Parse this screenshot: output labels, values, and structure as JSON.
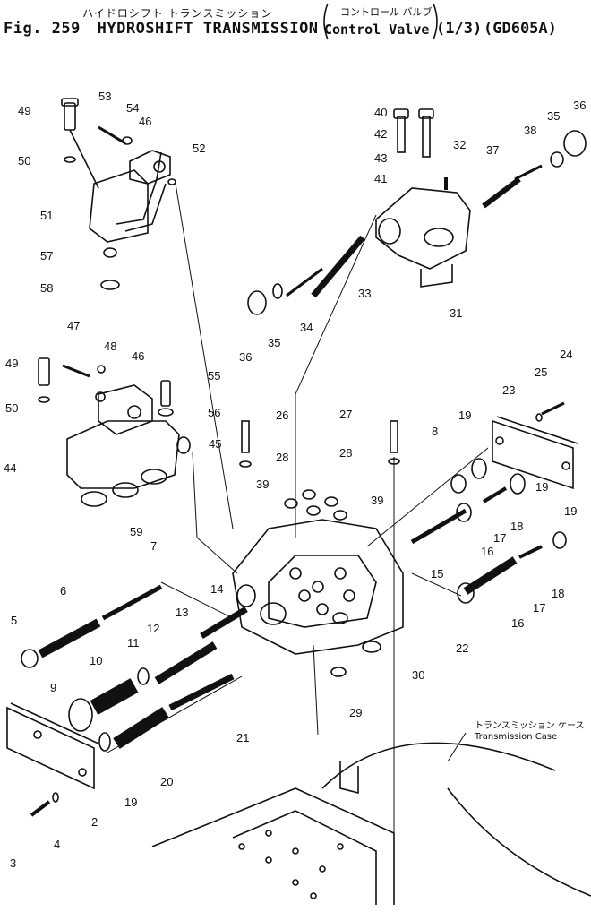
{
  "figure": {
    "title_jp": "ハイドロシフト トランスミッション",
    "subtitle_jp": "コントロール バルブ",
    "fig_no": "Fig. 259",
    "title_en": "HYDROSHIFT TRANSMISSION",
    "subtitle_en": "Control Valve",
    "page": "(1/3)",
    "model": "(GD605A)"
  },
  "case_label": {
    "jp": "トランスミッション ケース",
    "en": "Transmission Case"
  },
  "callouts": [
    {
      "id": "c1",
      "text": "49"
    },
    {
      "id": "c2",
      "text": "53"
    },
    {
      "id": "c3",
      "text": "54"
    },
    {
      "id": "c4",
      "text": "46"
    },
    {
      "id": "c5",
      "text": "50"
    },
    {
      "id": "c6",
      "text": "52"
    },
    {
      "id": "c7",
      "text": "51"
    },
    {
      "id": "c8",
      "text": "57"
    },
    {
      "id": "c9",
      "text": "58"
    },
    {
      "id": "c10",
      "text": "40"
    },
    {
      "id": "c11",
      "text": "42"
    },
    {
      "id": "c12",
      "text": "43"
    },
    {
      "id": "c13",
      "text": "41"
    },
    {
      "id": "c14",
      "text": "32"
    },
    {
      "id": "c15",
      "text": "37"
    },
    {
      "id": "c16",
      "text": "38"
    },
    {
      "id": "c17",
      "text": "35"
    },
    {
      "id": "c18",
      "text": "36"
    },
    {
      "id": "c19",
      "text": "31"
    },
    {
      "id": "c20",
      "text": "33"
    },
    {
      "id": "c21",
      "text": "34"
    },
    {
      "id": "c22",
      "text": "35"
    },
    {
      "id": "c23",
      "text": "36"
    },
    {
      "id": "c24",
      "text": "47"
    },
    {
      "id": "c25",
      "text": "48"
    },
    {
      "id": "c26",
      "text": "46"
    },
    {
      "id": "c27",
      "text": "49"
    },
    {
      "id": "c28",
      "text": "55"
    },
    {
      "id": "c29",
      "text": "56"
    },
    {
      "id": "c30",
      "text": "50"
    },
    {
      "id": "c31",
      "text": "45"
    },
    {
      "id": "c32",
      "text": "44"
    },
    {
      "id": "c33",
      "text": "59"
    },
    {
      "id": "c34",
      "text": "26"
    },
    {
      "id": "c35",
      "text": "28"
    },
    {
      "id": "c36",
      "text": "27"
    },
    {
      "id": "c37",
      "text": "28"
    },
    {
      "id": "c38",
      "text": "39"
    },
    {
      "id": "c39",
      "text": "39"
    },
    {
      "id": "c40",
      "text": "8"
    },
    {
      "id": "c41",
      "text": "19"
    },
    {
      "id": "c42",
      "text": "23"
    },
    {
      "id": "c43",
      "text": "25"
    },
    {
      "id": "c44",
      "text": "24"
    },
    {
      "id": "c45",
      "text": "19"
    },
    {
      "id": "c46",
      "text": "18"
    },
    {
      "id": "c47",
      "text": "17"
    },
    {
      "id": "c48",
      "text": "16"
    },
    {
      "id": "c49",
      "text": "19"
    },
    {
      "id": "c50",
      "text": "15"
    },
    {
      "id": "c51",
      "text": "7"
    },
    {
      "id": "c52",
      "text": "6"
    },
    {
      "id": "c53",
      "text": "5"
    },
    {
      "id": "c54",
      "text": "14"
    },
    {
      "id": "c55",
      "text": "13"
    },
    {
      "id": "c56",
      "text": "12"
    },
    {
      "id": "c57",
      "text": "11"
    },
    {
      "id": "c58",
      "text": "10"
    },
    {
      "id": "c59",
      "text": "9"
    },
    {
      "id": "c60",
      "text": "22"
    },
    {
      "id": "c61",
      "text": "16"
    },
    {
      "id": "c62",
      "text": "17"
    },
    {
      "id": "c63",
      "text": "18"
    },
    {
      "id": "c64",
      "text": "30"
    },
    {
      "id": "c65",
      "text": "29"
    },
    {
      "id": "c66",
      "text": "21"
    },
    {
      "id": "c67",
      "text": "20"
    },
    {
      "id": "c68",
      "text": "19"
    },
    {
      "id": "c69",
      "text": "2"
    },
    {
      "id": "c70",
      "text": "4"
    },
    {
      "id": "c71",
      "text": "3"
    }
  ]
}
